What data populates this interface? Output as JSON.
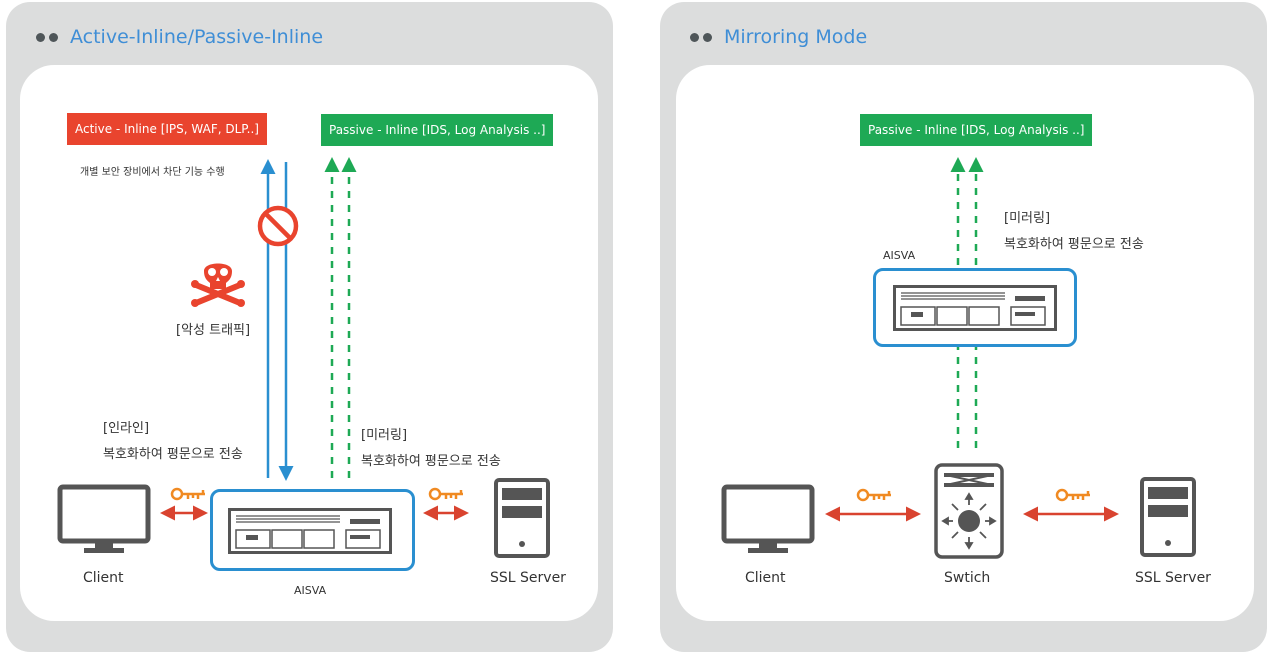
{
  "left_panel": {
    "title": "Active-Inline/Passive-Inline",
    "active_tag": "Active - Inline [IPS, WAF, DLP..]",
    "passive_tag": "Passive - Inline [IDS, Log Analysis ..]",
    "block_note": "개별 보안 장비에서 차단 기능 수행",
    "malicious_label": "[악성 트래픽]",
    "inline_label": "[인라인]",
    "inline_desc": "복호화하여 평문으로 전송",
    "mirror_label": "[미러링]",
    "mirror_desc": "복호화하여 평문으로 전송",
    "client_label": "Client",
    "server_label": "SSL Server",
    "device_label": "AISVA"
  },
  "right_panel": {
    "title": "Mirroring Mode",
    "passive_tag": "Passive - Inline [IDS, Log Analysis ..]",
    "mirror_label": "[미러링]",
    "mirror_desc": "복호화하여 평문으로 전송",
    "device_label": "AISVA",
    "client_label": "Client",
    "switch_label": "Swtich",
    "server_label": "SSL Server"
  },
  "colors": {
    "panel_bg": "#dcdddd",
    "title_blue": "#3f8ed6",
    "active_red": "#e9442e",
    "passive_green": "#1ea955",
    "inline_blue": "#2a8fd0",
    "arrow_red": "#d9432f",
    "key_orange": "#f08a22",
    "device_border": "#2a8fd0"
  },
  "icons": [
    "monitor-icon",
    "server-icon",
    "key-icon",
    "skull-icon",
    "no-entry-icon",
    "appliance-icon",
    "switch-icon"
  ]
}
